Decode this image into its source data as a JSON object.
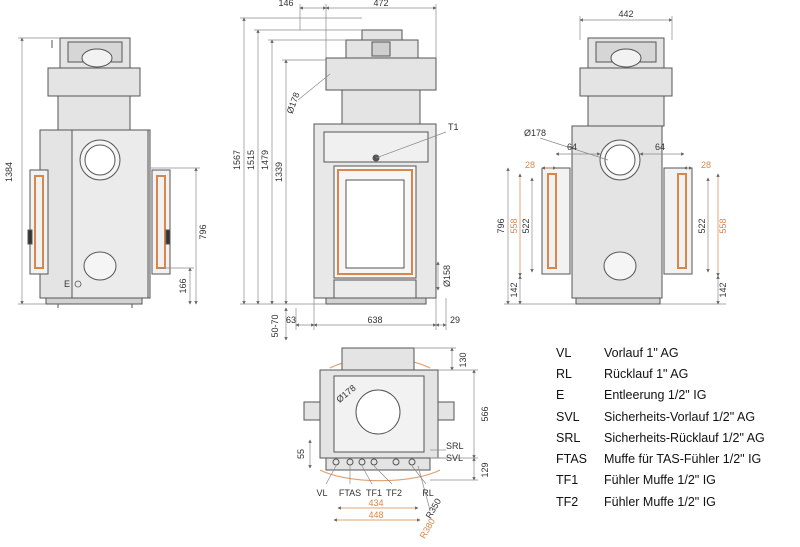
{
  "dimensions": {
    "front_top_width": "472",
    "front_left_offset": "146",
    "side_right_top_width": "442",
    "height_1384": "1384",
    "height_796_left": "796",
    "height_166": "166",
    "height_1567": "1567",
    "height_1515": "1515",
    "height_1479": "1479",
    "height_1339": "1339",
    "dia_178_front": "Ø178",
    "label_t1": "T1",
    "dia_158": "Ø158",
    "bottom_50_70": "50-70",
    "bottom_63": "63",
    "bottom_638": "638",
    "bottom_29": "29",
    "right_dia_178": "Ø178",
    "right_64_left": "64",
    "right_64_right": "64",
    "right_28_left": "28",
    "right_28_right": "28",
    "right_796": "796",
    "right_558_left": "558",
    "right_522_left": "522",
    "right_522_right": "522",
    "right_558_right": "558",
    "right_142_left": "142",
    "right_142_right": "142",
    "plan_130": "130",
    "plan_566": "566",
    "plan_55": "55",
    "plan_129": "129",
    "plan_dia_178": "Ø178",
    "plan_434": "434",
    "plan_448": "448",
    "plan_r350": "R350",
    "plan_r380": "R380",
    "conn_srl": "SRL",
    "conn_svl": "SVL",
    "conn_vl": "VL",
    "conn_ftas": "FTAS",
    "conn_tf1": "TF1",
    "conn_tf2": "TF2",
    "conn_rl": "RL",
    "label_e_left": "E"
  },
  "legend": [
    {
      "code": "VL",
      "desc": "Vorlauf 1\" AG"
    },
    {
      "code": "RL",
      "desc": "Rücklauf 1\" AG"
    },
    {
      "code": "E",
      "desc": "Entleerung 1/2\" IG"
    },
    {
      "code": "SVL",
      "desc": "Sicherheits-Vorlauf 1/2\" AG"
    },
    {
      "code": "SRL",
      "desc": "Sicherheits-Rücklauf 1/2\" AG"
    },
    {
      "code": "FTAS",
      "desc": "Muffe für TAS-Fühler 1/2\" IG"
    },
    {
      "code": "TF1",
      "desc": "Fühler Muffe 1/2\" IG"
    },
    {
      "code": "TF2",
      "desc": "Fühler Muffe 1/2\" IG"
    }
  ],
  "colors": {
    "line": "#555555",
    "dim_line": "#8a8a8a",
    "accent": "#d9864a",
    "fill": "#e4e4e4"
  }
}
